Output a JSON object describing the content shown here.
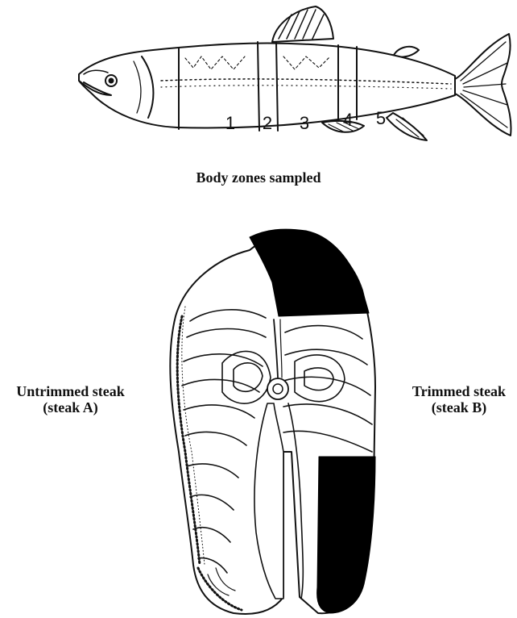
{
  "fish": {
    "zones": [
      "1",
      "2",
      "3",
      "4",
      "5"
    ],
    "caption": "Body zones sampled"
  },
  "steak": {
    "left_label": [
      "Untrimmed steak",
      "(steak A)"
    ],
    "right_label": [
      "Trimmed steak",
      "(steak B)"
    ]
  },
  "colors": {
    "ink": "#111111",
    "paper": "#ffffff"
  }
}
